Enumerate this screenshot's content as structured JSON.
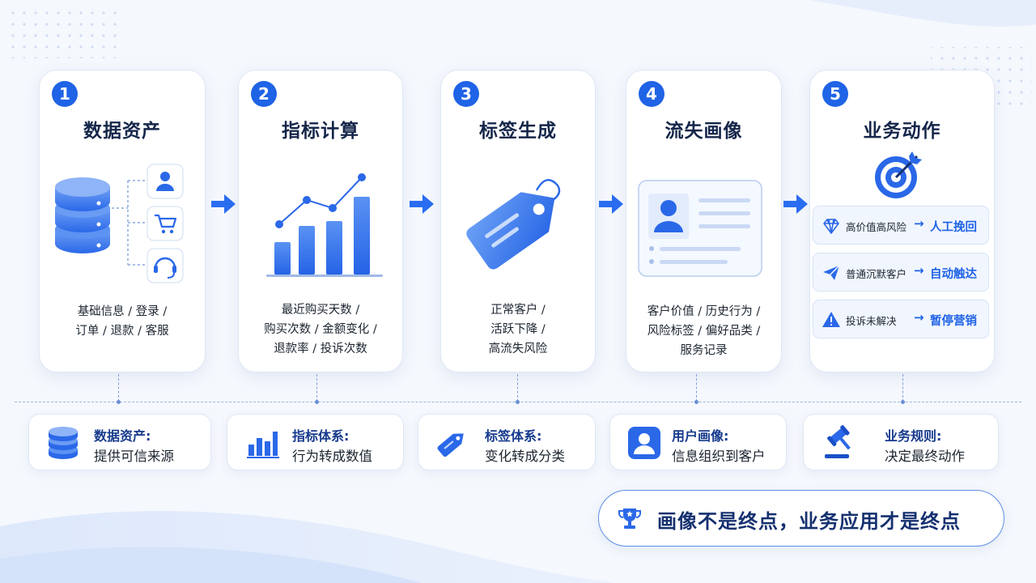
{
  "steps": [
    {
      "num": "1",
      "title": "数据资产",
      "lines": [
        "基础信息 / 登录 /",
        "订单 / 退款 / 客服"
      ]
    },
    {
      "num": "2",
      "title": "指标计算",
      "lines": [
        "最近购买天数 /",
        "购买次数 / 金额变化 /",
        "退款率 / 投诉次数"
      ]
    },
    {
      "num": "3",
      "title": "标签生成",
      "lines": [
        "正常客户 /",
        "活跃下降 /",
        "高流失风险"
      ]
    },
    {
      "num": "4",
      "title": "流失画像",
      "lines": [
        "客户价值 / 历史行为 /",
        "风险标签 / 偏好品类 /",
        "服务记录"
      ]
    },
    {
      "num": "5",
      "title": "业务动作"
    }
  ],
  "actions": [
    {
      "label": "高价值高风险",
      "arrow": "→",
      "result": "人工挽回",
      "icon": "diamond-icon"
    },
    {
      "label": "普通沉默客户",
      "arrow": "→",
      "result": "自动触达",
      "icon": "paper-plane-icon"
    },
    {
      "label": "投诉未解决",
      "arrow": "→",
      "result": "暂停营销",
      "icon": "warning-icon"
    }
  ],
  "systems": [
    {
      "title": "数据资产:",
      "subtitle": "提供可信来源",
      "icon": "database-icon"
    },
    {
      "title": "指标体系:",
      "subtitle": "行为转成数值",
      "icon": "bar-chart-icon"
    },
    {
      "title": "标签体系:",
      "subtitle": "变化转成分类",
      "icon": "tag-icon"
    },
    {
      "title": "用户画像:",
      "subtitle": "信息组织到客户",
      "icon": "user-portrait-icon"
    },
    {
      "title": "业务规则:",
      "subtitle": "决定最终动作",
      "icon": "gavel-icon"
    }
  ],
  "slogan": "画像不是终点，业务应用才是终点",
  "colors": {
    "primary": "#1f63e6",
    "navy": "#15264a",
    "light": "#f1f6fe"
  }
}
